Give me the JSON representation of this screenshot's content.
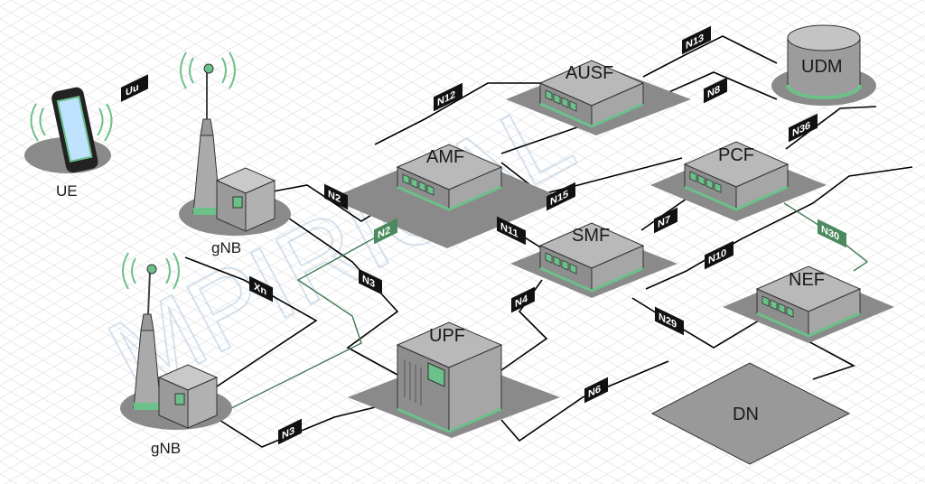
{
  "colors": {
    "link": "#000000",
    "link_service": "#3f7a52",
    "tag_dark": "#111111",
    "tag_green": "#4b8a5e",
    "accent_green": "#6cc08a",
    "box_top": "#b9b9b9",
    "box_side": "#8e8e8e",
    "shadow": "#8a8a8a",
    "watermark": "#bcd0e2"
  },
  "watermark": "MPIRICAL",
  "nodes": {
    "ue": "UE",
    "gnb1": "gNB",
    "gnb2": "gNB",
    "amf": "AMF",
    "ausf": "AUSF",
    "udm": "UDM",
    "pcf": "PCF",
    "smf": "SMF",
    "nef": "NEF",
    "upf": "UPF",
    "dn": "DN"
  },
  "interfaces": {
    "uu": "Uu",
    "n2_top": "N2",
    "n2_green": "N2",
    "xn": "Xn",
    "n3_top": "N3",
    "n3_bottom": "N3",
    "n12": "N12",
    "n13": "N13",
    "n8": "N8",
    "n36": "N36",
    "n15": "N15",
    "n11": "N11",
    "n7": "N7",
    "n10": "N10",
    "n30": "N30",
    "n4": "N4",
    "n29": "N29",
    "n6": "N6"
  },
  "icons": [
    "smartphone-icon",
    "antenna-tower-icon",
    "server-box-icon",
    "database-cylinder-icon",
    "data-network-plane"
  ]
}
